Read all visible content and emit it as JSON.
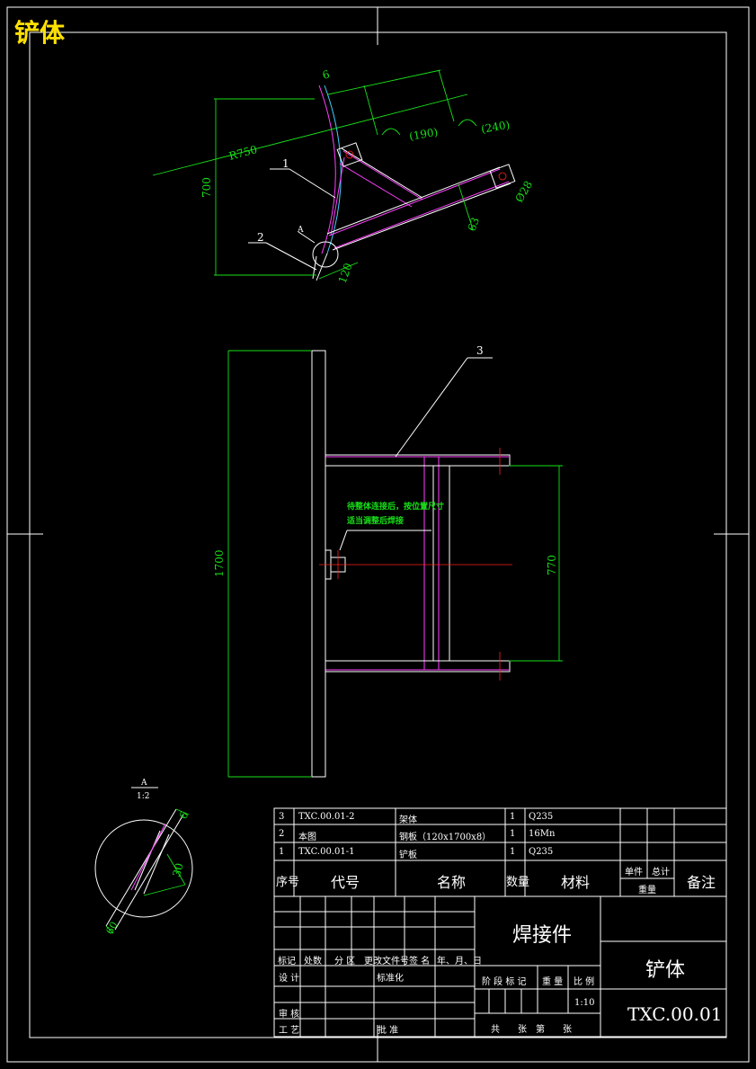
{
  "header": {
    "title": "铲体"
  },
  "top_view": {
    "part_labels": [
      "1",
      "2"
    ],
    "dims": {
      "thickness": "6",
      "r": "R750",
      "p190": "(190)",
      "p240": "(240)",
      "h700": "700",
      "w120": "120",
      "d28": "Ø28",
      "h63": "63"
    },
    "detail_ref": "A"
  },
  "front_view": {
    "part_label": "3",
    "note_line1": "待整体连接后，按位置尺寸",
    "note_line2": "适当调整后焊接",
    "dims": {
      "h1700": "1700",
      "h770": "770"
    }
  },
  "detail": {
    "title": "A",
    "scale": "1:2",
    "dims": {
      "t6": "6",
      "d30": "30",
      "d60": "60"
    }
  },
  "bom": {
    "rows": [
      {
        "no": "3",
        "code": "TXC.00.01-2",
        "name": "架体",
        "qty": "1",
        "material": "Q235"
      },
      {
        "no": "2",
        "code": "本图",
        "name": "钢板（120x1700x8）",
        "qty": "1",
        "material": "16Mn"
      },
      {
        "no": "1",
        "code": "TXC.00.01-1",
        "name": "铲板",
        "qty": "1",
        "material": "Q235"
      }
    ],
    "headers": {
      "no": "序号",
      "code": "代号",
      "name": "名称",
      "qty": "数量",
      "material": "材料",
      "unit": "单件",
      "total": "总计",
      "weight": "重量",
      "remark": "备注"
    }
  },
  "title_block": {
    "part_name": "焊接件",
    "drawing_name": "铲体",
    "drawing_no": "TXC.00.01",
    "rev_headers": [
      "标记",
      "处数",
      "分 区",
      "更改文件号",
      "签 名",
      "年、月、日"
    ],
    "design": "设 计",
    "standardize": "标准化",
    "review": "审 核",
    "process": "工 艺",
    "approve": "批 准",
    "stage": "阶 段 标 记",
    "weight": "重 量",
    "scale_label": "比 例",
    "scale": "1:10",
    "sheets": "共　　张　第　　张"
  }
}
